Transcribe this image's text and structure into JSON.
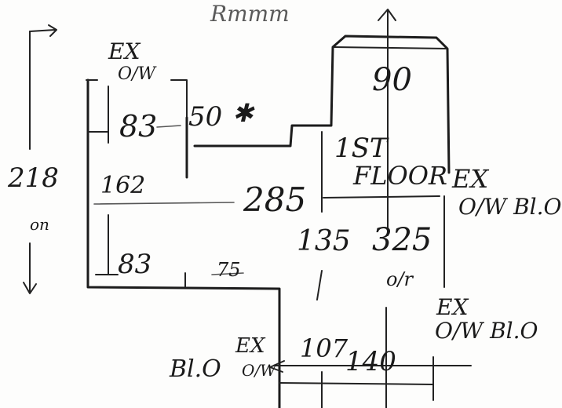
{
  "title_top": "Rmmm",
  "labels": {
    "ex_top": "EX",
    "ex_top_sub": "O/W",
    "star_dim": "50",
    "first_floor": "1ST",
    "first_floor_sub": "FLOOR",
    "ex_right": "EX",
    "ex_right_sub": "O/W Bl.O",
    "ex_right_lower": "EX",
    "ex_right_lower_sub": "O/W Bl.O",
    "op": "o/r",
    "blo": "Bl.O",
    "ex_bottom": "EX",
    "ex_bottom_sub": "O/W",
    "height_unit": "on"
  },
  "dimensions": {
    "overall_height": "218",
    "top_left": "83",
    "mid_left": "162",
    "lower_left": "83",
    "lower_mid": "75",
    "main_width": "285",
    "top_right": "90",
    "center": "135",
    "right": "325",
    "bottom_mid": "107",
    "bottom_right": "140"
  }
}
